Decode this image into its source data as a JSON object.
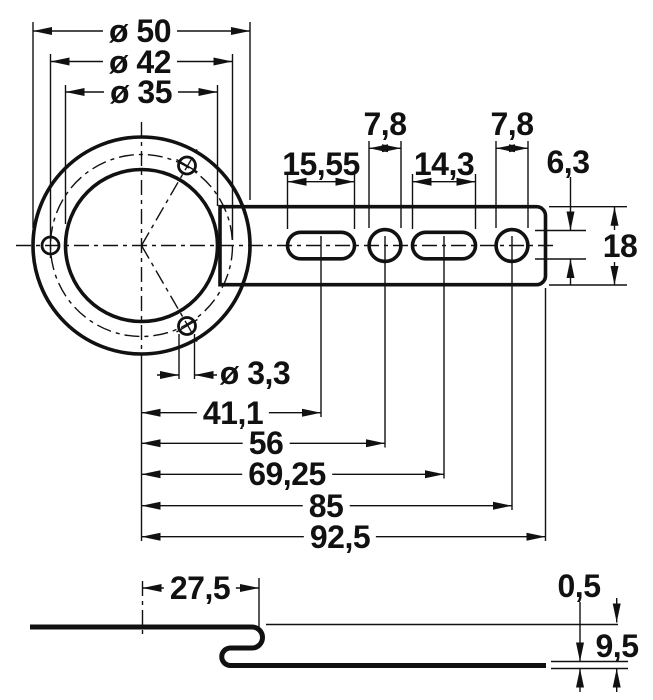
{
  "drawing": {
    "type": "technical-dimension-drawing",
    "part": "mounting bracket with circular flange and slotted arm",
    "line_color": "#111111",
    "background": "#ffffff",
    "views": [
      "top-view",
      "side-profile-view"
    ]
  },
  "dims": {
    "outer_diameter": "ø 50",
    "bolt_circle_diameter": "ø 42",
    "bore_diameter": "ø 35",
    "slot1_length": "15,55",
    "hole1_diameter": "7,8",
    "slot2_length": "14,3",
    "hole2_diameter": "7,8",
    "slot_width": "6,3",
    "arm_width": "18",
    "mount_hole_diameter": "ø 3,3",
    "dist_slot1": "41,1",
    "dist_hole1": "56",
    "dist_slot2": "69,25",
    "dist_hole2": "85",
    "dist_arm_end": "92,5",
    "bend_offset": "27,5",
    "sheet_thickness": "0,5",
    "step_height": "9,5"
  }
}
